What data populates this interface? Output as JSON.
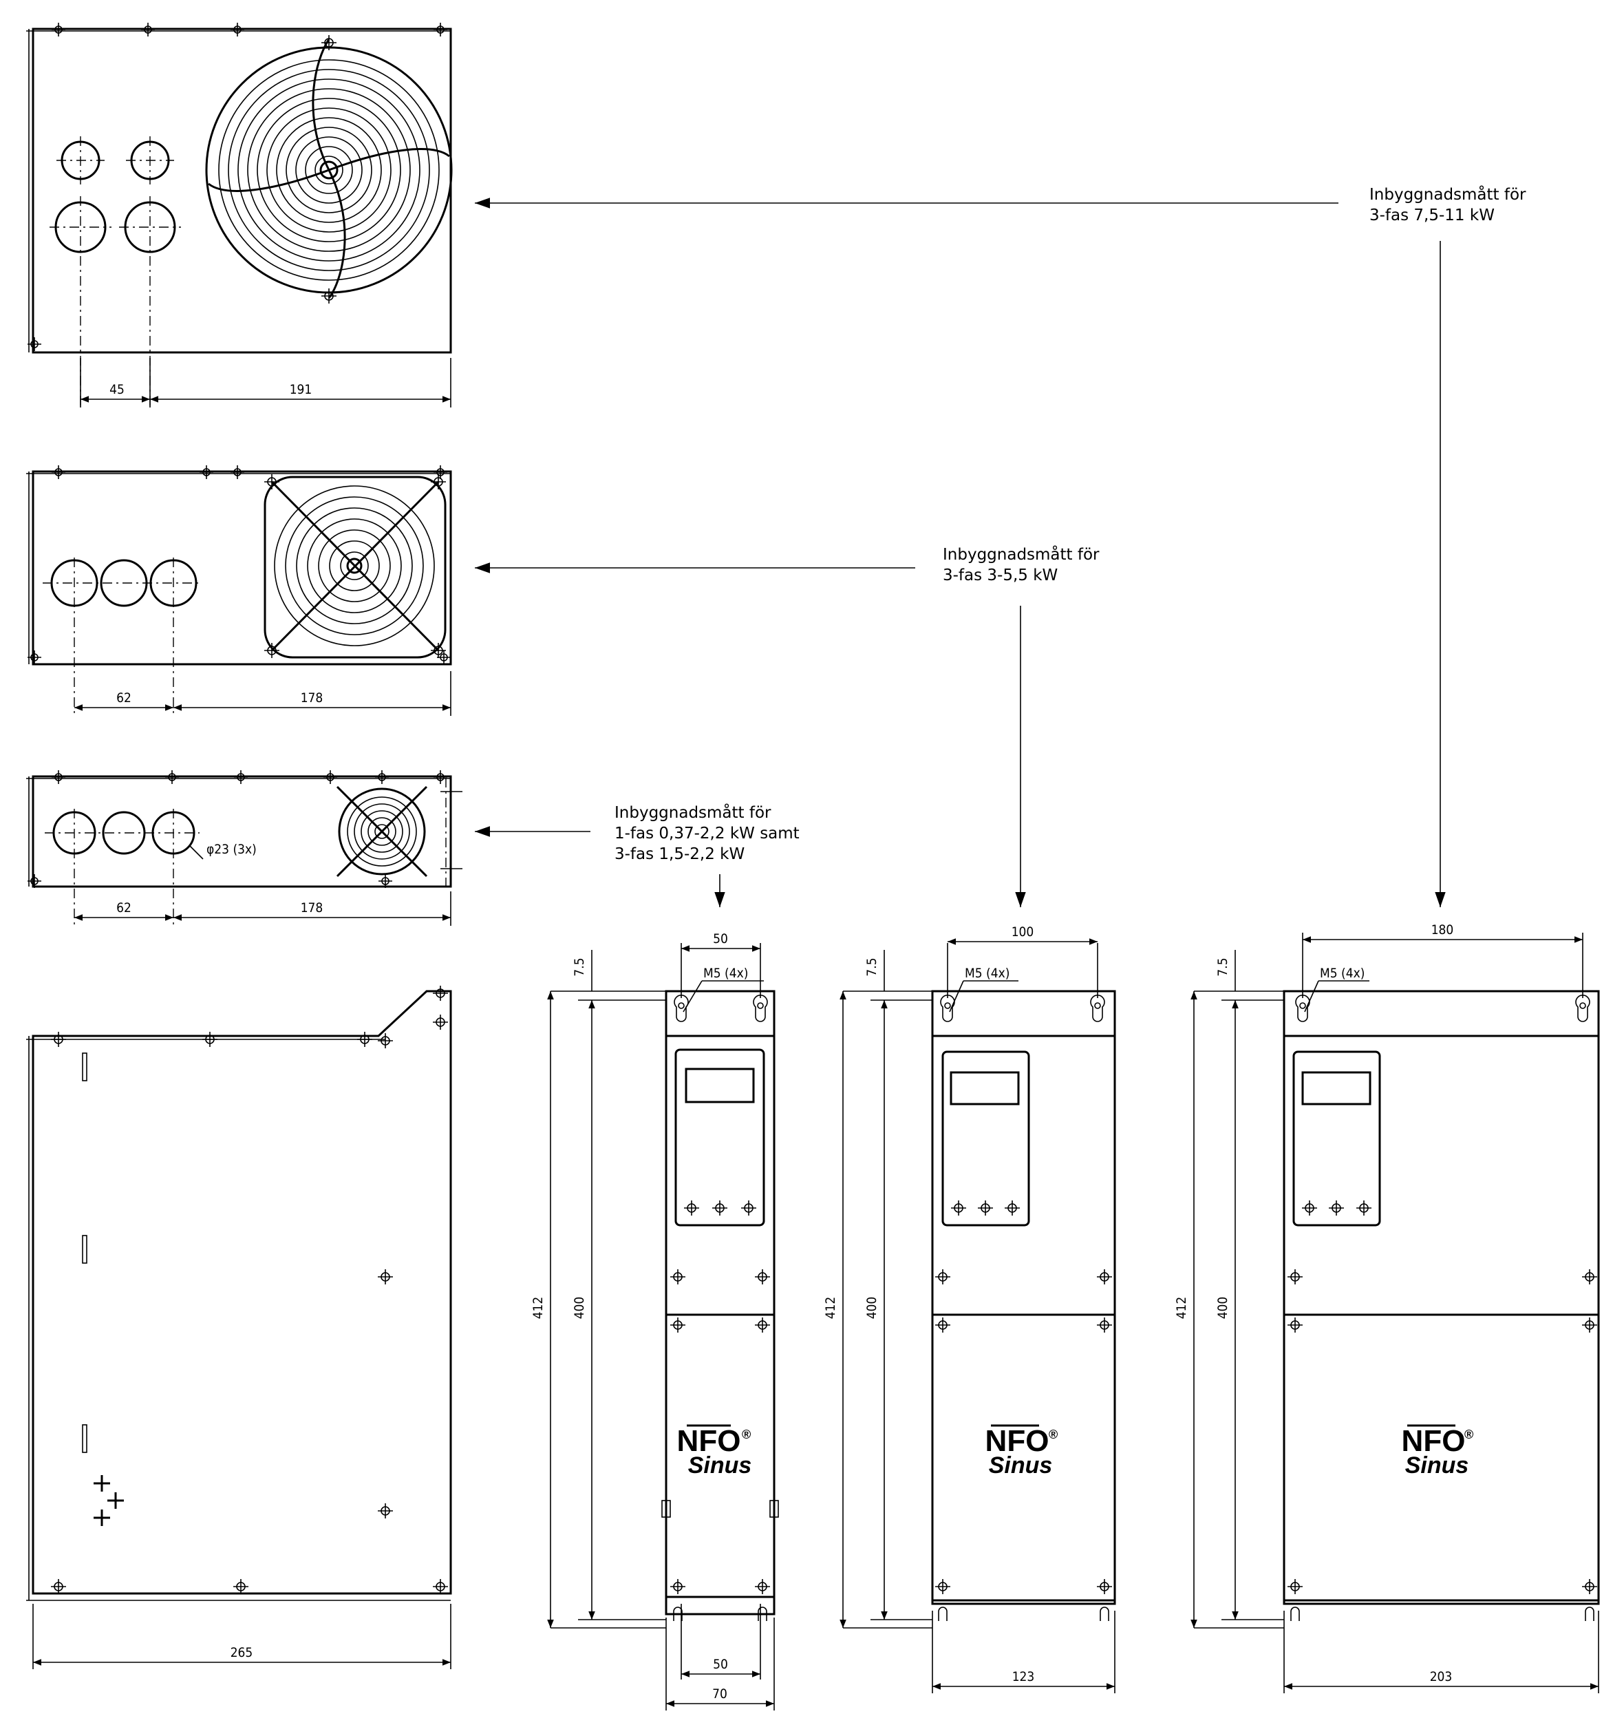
{
  "labels": {
    "group_large": {
      "line1": "Inbyggnadsmått för",
      "line2": "3-fas    7,5-11 kW"
    },
    "group_medium": {
      "line1": "Inbyggnadsmått för",
      "line2": "3-fas    3-5,5 kW"
    },
    "group_small": {
      "line1": "Inbyggnadsmått för",
      "line2": "1-fas    0,37-2,2 kW samt",
      "line3": "3-fas    1,5-2,2 kW"
    }
  },
  "dimensions": {
    "top_large": {
      "a": "45",
      "b": "191"
    },
    "top_medium": {
      "a": "62",
      "b": "178"
    },
    "top_small": {
      "a": "62",
      "b": "178",
      "hole_note": "φ23 (3x)"
    },
    "side_depth": "265",
    "front_small": {
      "hole_spacing_top": "50",
      "bolt": "M5 (4x)",
      "height_outer": "412",
      "height_inner": "400",
      "offset": "7.5",
      "hole_spacing_bottom": "50",
      "width": "70"
    },
    "front_medium": {
      "hole_spacing_top": "100",
      "bolt": "M5 (4x)",
      "height_outer": "412",
      "height_inner": "400",
      "offset": "7.5",
      "width": "123"
    },
    "front_large": {
      "hole_spacing_top": "180",
      "bolt": "M5 (4x)",
      "height_outer": "412",
      "height_inner": "400",
      "offset": "7.5",
      "width": "203"
    }
  },
  "brand": {
    "name": "NFO",
    "sub": "Sinus",
    "mark": "®"
  }
}
